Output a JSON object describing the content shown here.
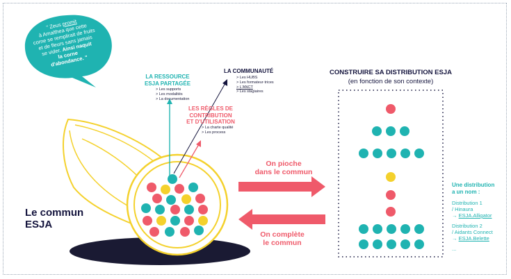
{
  "bubble": {
    "line1_prefix": "\" Zeus ",
    "line1_underlined": "promit",
    "lines": [
      "à Amalthea que cette",
      "corne se remplirait de fruits",
      "et de fleurs sans jamais",
      "se vider."
    ],
    "bold_lines": [
      "Ainsi naquit",
      "la corne",
      "d'abondance. \""
    ]
  },
  "ressource": {
    "title1": "LA RESSOURCE",
    "title2": "ESJA PARTAGÉE",
    "items": [
      "> Les supports",
      "> Les modalités",
      "> La documentation"
    ]
  },
  "communaute": {
    "title": "LA COMMUNAUTÉ",
    "items": [
      "> Les HUBS",
      "> Les formateur·trices",
      "> L'ANCT",
      "> Les stagiaires"
    ]
  },
  "regles": {
    "title1": "LES RÈGLES DE",
    "title2": "CONTRIBUTION",
    "title3": "ET D'UTILISATION",
    "items": [
      "> La charte qualité",
      "> Les process"
    ]
  },
  "distribution": {
    "title": "CONSTRUIRE SA DISTRIBUTION ESJA",
    "subtitle": "(en fonction de son contexte)"
  },
  "arrows": {
    "pioche_line1": "On pioche",
    "pioche_line2": "dans le commun",
    "complete_line1": "On complète",
    "complete_line2": "le commun"
  },
  "commun": {
    "line1": "Le commun",
    "line2": "ESJA"
  },
  "right": {
    "title1": "Une distribution",
    "title2": "a un nom :",
    "d1_line1": "Distribution 1",
    "d1_line2": "/ Hinaura",
    "d1_link_prefix": "→ ",
    "d1_link": "ESJA.Alligator",
    "d2_line1": "Distribution 2",
    "d2_line2": "/ Aidants Connect",
    "d2_link_prefix": "→ ",
    "d2_link": "ESJA.Belette",
    "ellipsis": "..."
  },
  "colors": {
    "teal": "#1fb3b1",
    "red": "#ef5a6a",
    "yellow": "#f4d12c",
    "navy": "#14143d",
    "shadow": "#1a1a33"
  }
}
